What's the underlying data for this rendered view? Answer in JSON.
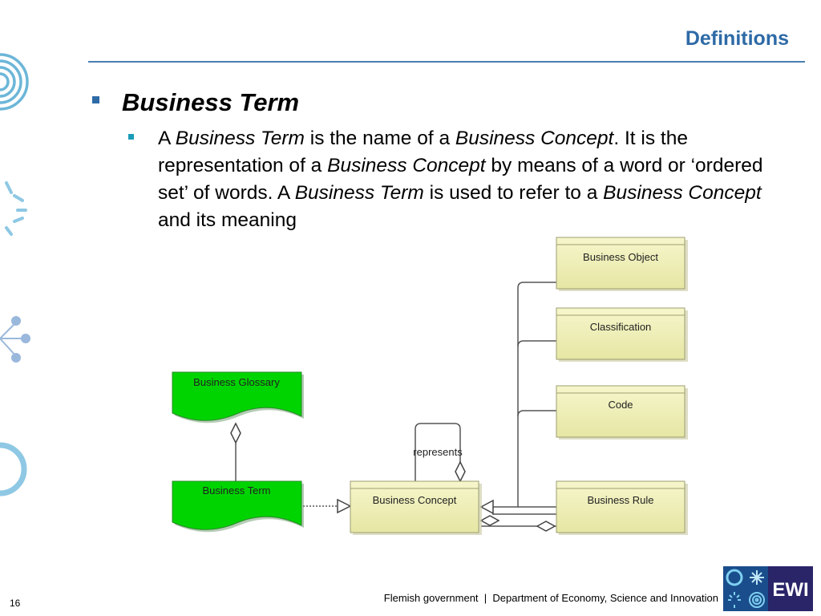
{
  "slide": {
    "title": "Definitions",
    "heading": "Business Term",
    "paragraph": {
      "p1": "A ",
      "p2": "Business Term",
      "p3": " is the name of a ",
      "p4": "Business Concept",
      "p5": ". It is the representation of a ",
      "p6": "Business Concept",
      "p7": " by means of a word or ‘ordered set’ of words. A ",
      "p8": "Business Term",
      "p9": " is used to refer to a ",
      "p10": "Business Concept",
      "p11": " and its meaning"
    }
  },
  "diagram": {
    "nodes": {
      "business_object": "Business Object",
      "classification": "Classification",
      "code": "Code",
      "business_glossary": "Business Glossary",
      "business_term": "Business Term",
      "business_concept": "Business Concept",
      "business_rule": "Business Rule"
    },
    "relation_label": "represents",
    "colors": {
      "green_shape": "#00d400",
      "yellow_box": "#f0f0b8"
    }
  },
  "footer": {
    "org": "Flemish government",
    "separator": "|",
    "department": "Department of Economy, Science and Innovation",
    "page_number": "16",
    "logo_text": "EWI"
  },
  "colors": {
    "accent": "#2e6aa6",
    "bullet": "#1a9cb8"
  }
}
